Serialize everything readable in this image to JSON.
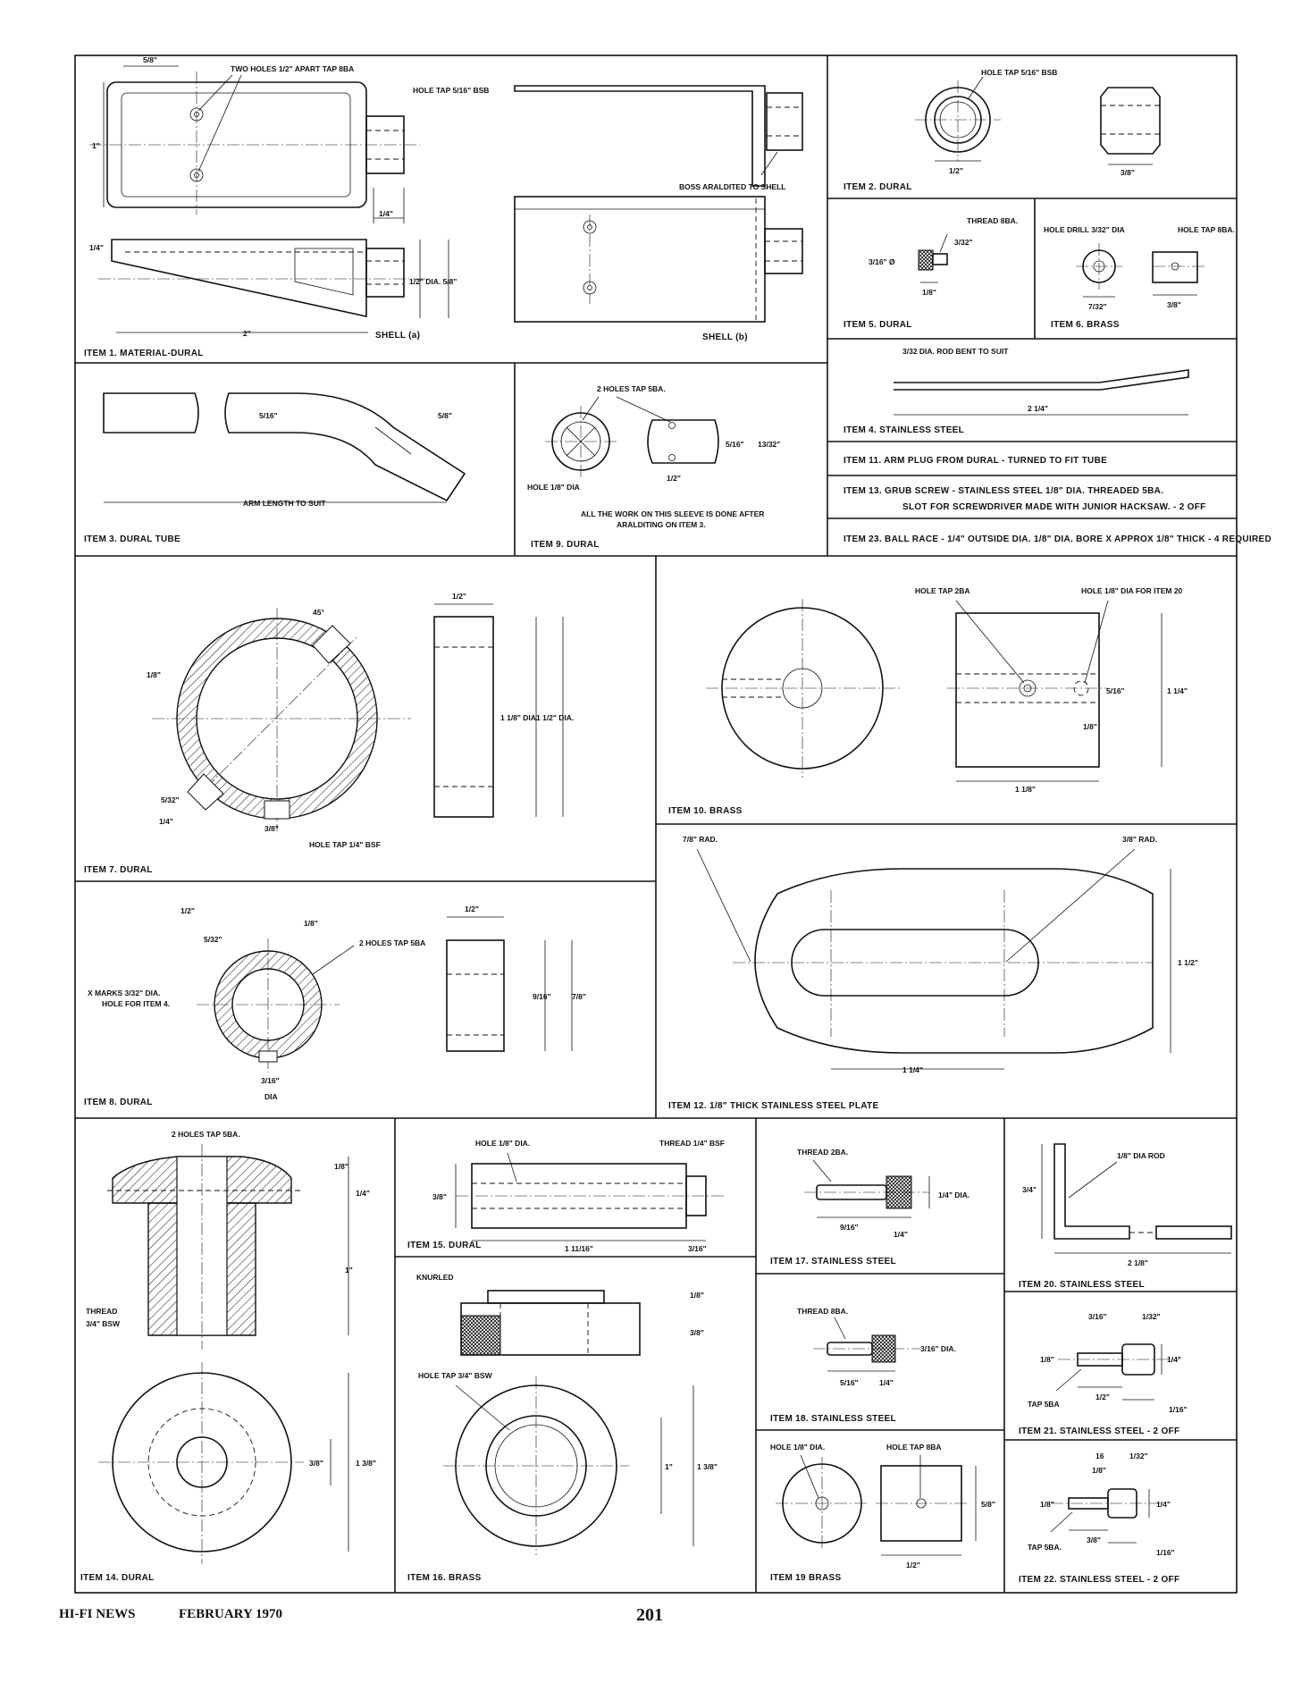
{
  "items": {
    "item1": {
      "caption": "ITEM 1. MATERIAL-DURAL",
      "labels": [
        "TWO HOLES 1/2\" APART TAP 8BA",
        "HOLE TAP 5/16\" BSB",
        "5/8\"",
        "1\"",
        "1/4\"",
        "1/4\"",
        "1/2\" DIA. 5/8\"",
        "2\"",
        "SHELL (a)",
        "BOSS ARALDITED TO SHELL",
        "SHELL (b)"
      ]
    },
    "item2": {
      "caption": "ITEM 2. DURAL",
      "labels": [
        "HOLE TAP 5/16\" BSB",
        "1/2\"",
        "3/8\""
      ]
    },
    "item5": {
      "caption": "ITEM 5. DURAL",
      "labels": [
        "THREAD 8BA.",
        "3/32\"",
        "3/16\" Ø",
        "1/8\""
      ]
    },
    "item6": {
      "caption": "ITEM 6. BRASS",
      "labels": [
        "HOLE DRILL 3/32\" DIA",
        "HOLE TAP 8BA.",
        "7/32\"",
        "3/8\""
      ]
    },
    "item4": {
      "caption": "ITEM 4. STAINLESS STEEL",
      "labels": [
        "3/32 DIA. ROD BENT TO SUIT",
        "2 1/4\""
      ]
    },
    "item3": {
      "caption": "ITEM 3. DURAL TUBE",
      "labels": [
        "5/16\"",
        "5/8\"",
        "ARM LENGTH TO SUIT"
      ]
    },
    "item9": {
      "caption": "ITEM 9. DURAL",
      "labels": [
        "2 HOLES TAP 5BA.",
        "5/16\"",
        "13/32\"",
        "1/2\"",
        "HOLE 1/8\" DIA",
        "ALL THE WORK ON THIS SLEEVE IS DONE AFTER",
        "ARALDITING ON ITEM 3."
      ]
    },
    "item11": {
      "caption": "ITEM 11. ARM PLUG FROM DURAL - TURNED TO FIT TUBE"
    },
    "item13": {
      "caption": "ITEM 13. GRUB SCREW - STAINLESS STEEL 1/8\" DIA. THREADED 5BA.",
      "line2": "SLOT FOR SCREWDRIVER MADE WITH JUNIOR HACKSAW. - 2 OFF"
    },
    "item23": {
      "caption": "ITEM 23. BALL RACE - 1/4\" OUTSIDE DIA. 1/8\" DIA. BORE X APPROX 1/8\" THICK - 4 REQUIRED"
    },
    "item7": {
      "caption": "ITEM 7. DURAL",
      "labels": [
        "45°",
        "1/8\"",
        "5/32\"",
        "1/4\"",
        "3/8\"",
        "HOLE TAP 1/4\" BSF",
        "1/2\"",
        "1 1/8\" DIA.",
        "1 1/2\" DIA."
      ]
    },
    "item10": {
      "caption": "ITEM 10. BRASS",
      "labels": [
        "HOLE TAP 2BA",
        "HOLE 1/8\" DIA FOR ITEM 20",
        "5/16\"",
        "1/8\"",
        "1 1/4\"",
        "1 1/8\""
      ]
    },
    "item8": {
      "caption": "ITEM 8. DURAL",
      "labels": [
        "1/2\"",
        "5/32\"",
        "1/8\"",
        "2 HOLES TAP 5BA",
        "X MARKS 3/32\" DIA.",
        "HOLE FOR ITEM 4.",
        "3/16\"",
        "DIA",
        "1/2\"",
        "9/16\"",
        "7/8\""
      ]
    },
    "item12": {
      "caption": "ITEM 12. 1/8\" THICK STAINLESS STEEL PLATE",
      "labels": [
        "7/8\" RAD.",
        "3/8\" RAD.",
        "1 1/2\"",
        "1 1/4\""
      ]
    },
    "item14": {
      "caption": "ITEM 14. DURAL",
      "labels": [
        "2 HOLES TAP 5BA.",
        "1/8\"",
        "1/4\"",
        "1\"",
        "THREAD",
        "3/4\" BSW",
        "3/8\"",
        "1 3/8\""
      ]
    },
    "item15": {
      "caption": "ITEM 15. DURAL",
      "labels": [
        "HOLE 1/8\" DIA.",
        "THREAD 1/4\" BSF",
        "3/8\"",
        "1 11/16\"",
        "3/16\""
      ]
    },
    "item16": {
      "caption": "ITEM 16. BRASS",
      "labels": [
        "KNURLED",
        "1/8\"",
        "3/8\"",
        "HOLE TAP 3/4\" BSW",
        "1\"",
        "1 3/8\""
      ]
    },
    "item17": {
      "caption": "ITEM 17. STAINLESS STEEL",
      "labels": [
        "THREAD 2BA.",
        "1/4\" DIA.",
        "9/16\"",
        "1/4\""
      ]
    },
    "item18": {
      "caption": "ITEM 18. STAINLESS STEEL",
      "labels": [
        "THREAD 8BA.",
        "3/16\" DIA.",
        "5/16\"",
        "1/4\""
      ]
    },
    "item19": {
      "caption": "ITEM 19 BRASS",
      "labels": [
        "HOLE 1/8\" DIA.",
        "HOLE TAP 8BA",
        "5/8\"",
        "1/2\""
      ]
    },
    "item20": {
      "caption": "ITEM 20. STAINLESS STEEL",
      "labels": [
        "1/8\" DIA ROD",
        "3/4\"",
        "2 1/8\""
      ]
    },
    "item21": {
      "caption": "ITEM 21. STAINLESS STEEL - 2 OFF",
      "labels": [
        "3/16\"",
        "1/32\"",
        "1/8\"",
        "1/4\"",
        "TAP 5BA",
        "1/2\"",
        "1/16\""
      ]
    },
    "item22": {
      "caption": "ITEM 22. STAINLESS STEEL - 2 OFF",
      "labels": [
        "16",
        "1/32\"",
        "1/8\"",
        "1/4\"",
        "1/8\"",
        "TAP 5BA.",
        "3/8\"",
        "1/16\""
      ]
    }
  },
  "footer": {
    "magazine": "HI-FI NEWS",
    "date": "FEBRUARY 1970",
    "page_number": "201"
  }
}
